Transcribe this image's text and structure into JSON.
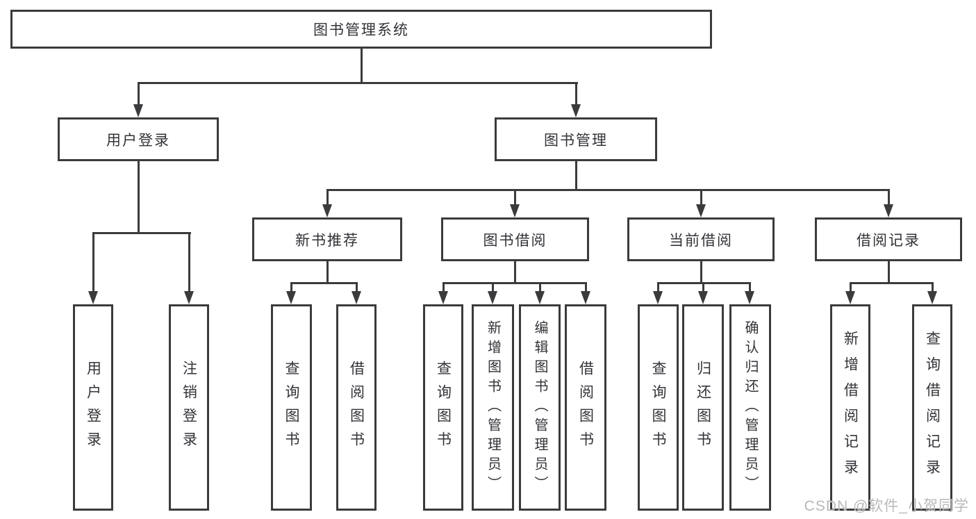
{
  "diagram": {
    "title": "图书管理系统",
    "root": {
      "label": "图书管理系统"
    },
    "level2": [
      {
        "id": "user-login",
        "label": "用户登录"
      },
      {
        "id": "book-management",
        "label": "图书管理"
      }
    ],
    "level3": [
      {
        "id": "new-book-recommendation",
        "parent": "book-management",
        "label": "新书推荐"
      },
      {
        "id": "book-borrowing",
        "parent": "book-management",
        "label": "图书借阅"
      },
      {
        "id": "current-borrowing",
        "parent": "book-management",
        "label": "当前借阅"
      },
      {
        "id": "borrowing-records",
        "parent": "book-management",
        "label": "借阅记录"
      }
    ],
    "leaves": [
      {
        "parent": "user-login",
        "label": "用户登录"
      },
      {
        "parent": "user-login",
        "label": "注销登录"
      },
      {
        "parent": "new-book-recommendation",
        "label": "查询图书"
      },
      {
        "parent": "new-book-recommendation",
        "label": "借阅图书"
      },
      {
        "parent": "book-borrowing",
        "label": "查询图书"
      },
      {
        "parent": "book-borrowing",
        "label": "新增图书（管理员）"
      },
      {
        "parent": "book-borrowing",
        "label": "编辑图书（管理员）"
      },
      {
        "parent": "book-borrowing",
        "label": "借阅图书"
      },
      {
        "parent": "current-borrowing",
        "label": "查询图书"
      },
      {
        "parent": "current-borrowing",
        "label": "归还图书"
      },
      {
        "parent": "current-borrowing",
        "label": "确认归还（管理员）"
      },
      {
        "parent": "borrowing-records",
        "label": "新增借阅记录"
      },
      {
        "parent": "borrowing-records",
        "label": "查询借阅记录"
      }
    ],
    "colors": {
      "line": "#3b3b3d",
      "text": "#333338",
      "background": "#ffffff",
      "watermark": "#b9b9b9"
    }
  },
  "watermark": {
    "text": "CSDN @软件_小贺同学"
  }
}
